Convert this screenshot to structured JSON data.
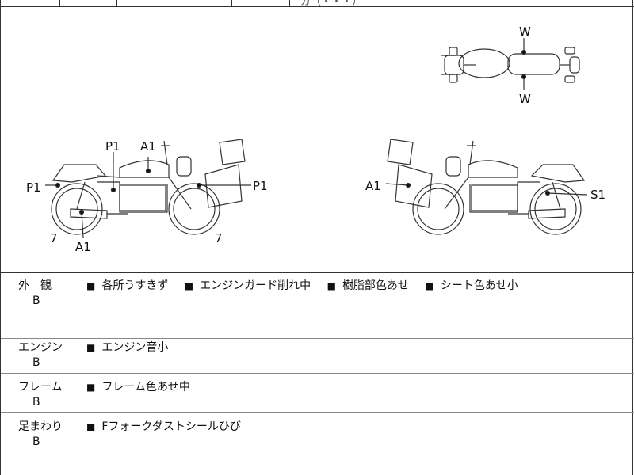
{
  "header": {
    "partial_text": "ガ（・・・）"
  },
  "diagram": {
    "top_view": {
      "label_top": "W",
      "label_bottom": "W"
    },
    "left_side": {
      "labels": [
        "P1",
        "A1",
        "P1",
        "P1",
        "7",
        "A1",
        "7"
      ]
    },
    "right_side": {
      "labels": [
        "A1",
        "S1"
      ]
    }
  },
  "sections": [
    {
      "category": "外　観",
      "grade": "B",
      "notes": [
        "各所うすきず",
        "エンジンガード削れ中",
        "樹脂部色あせ",
        "シート色あせ小"
      ]
    },
    {
      "category": "エンジン",
      "grade": "B",
      "notes": [
        "エンジン音小"
      ]
    },
    {
      "category": "フレーム",
      "grade": "B",
      "notes": [
        "フレーム色あせ中"
      ]
    },
    {
      "category": "足まわり",
      "grade": "B",
      "notes": [
        "Fフォークダストシールひび"
      ]
    }
  ],
  "bullet_glyph": "■"
}
